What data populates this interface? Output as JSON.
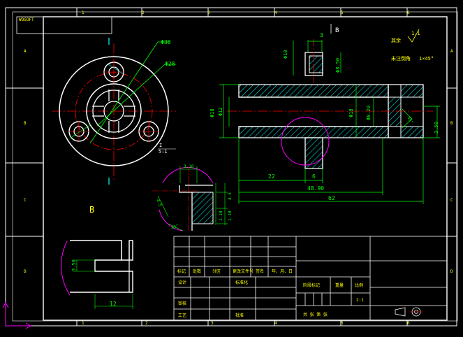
{
  "frame": {
    "top_left_code": "WOSOFT",
    "col_markers_top": [
      "1",
      "2",
      "3",
      "4",
      "5",
      "6"
    ],
    "col_markers_bottom": [
      "1",
      "2",
      "3",
      "4",
      "5",
      "6"
    ],
    "row_markers_left": [
      "A",
      "B",
      "C",
      "D"
    ],
    "row_markers_right": [
      "A",
      "B",
      "C",
      "D"
    ]
  },
  "annotations": {
    "section_marker_top": "B",
    "view_label_b": "B",
    "scale_note": "1.1",
    "roughness_label": "其余",
    "chamfer_note": "未注倒角",
    "chamfer_value": "1×45°",
    "detail_label": "I",
    "detail_scale": "5:1"
  },
  "dimensions": {
    "phi38": "Φ38",
    "phi28": "Φ28",
    "phi10": "Φ10",
    "phi8_50_top": "Φ8.50",
    "phi18_left": "Φ18",
    "phi12": "Φ12",
    "phi18_right": "Φ18",
    "phi8_20": "Φ8.20",
    "dim_3_top": "3",
    "dim_3_50_right": "3.50",
    "dim_22": "22",
    "dim_6": "6",
    "dim_48_90": "48.90",
    "dim_62": "62",
    "dim_3_10": "3.10",
    "dim_4_5": "4.5",
    "dim_45deg_a": "45°",
    "dim_45deg_b": "45°",
    "dim_1_10_a": "1.10",
    "dim_1_10_b": "1.10",
    "dim_3_50_b": "3.50",
    "dim_12": "12"
  },
  "title_block": {
    "row1": [
      "标记",
      "处数",
      "分区",
      "更改文件号",
      "签名",
      "年、月、日"
    ],
    "design": "设计",
    "standard": "标准化",
    "review": "审核",
    "process": "工艺",
    "approve": "批准",
    "stage_mark": "阶段标记",
    "weight": "重量",
    "ratio": "比例",
    "ratio_value": "2:1",
    "sheet_row": "共  张   第  张"
  },
  "colors": {
    "outline": "#ffffff",
    "dimension": "#00ff00",
    "centerline": "#ff0000",
    "hatch": "#00ffff",
    "detail_circle": "#ff00ff",
    "text": "#ffff00",
    "ucs": "#ff00ff"
  }
}
